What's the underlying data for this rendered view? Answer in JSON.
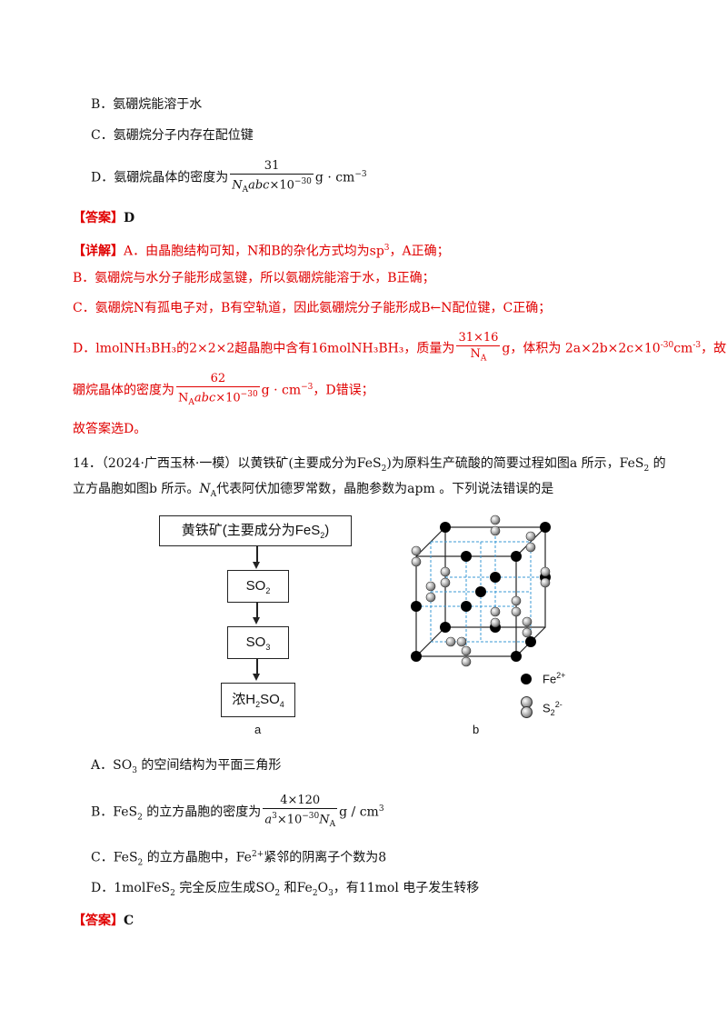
{
  "options_prev": {
    "b": "B．氨硼烷能溶于水",
    "c": "C．氨硼烷分子内存在配位键",
    "d_prefix": "D．氨硼烷晶体的密度为",
    "d_num": "31",
    "d_den_prefix": "N",
    "d_den_sub": "A",
    "d_den_var": "abc",
    "d_den_rest": "×10",
    "d_den_exp": "−30",
    "d_unit": "g · cm",
    "d_unit_exp": "−3"
  },
  "answer1": {
    "label": "【答案】",
    "value": "D"
  },
  "explain": {
    "label": "【详解】",
    "a": "A．由晶胞结构可知，N和B的杂化方式均为sp",
    "a_sup": "3",
    "a_end": "，A正确；",
    "b": "B．氨硼烷与水分子能形成氢键，所以氨硼烷能溶于水，B正确；",
    "c_pre": "C．氨硼烷N有孤电子对，B有空轨道，因此氨硼烷分子能形成B",
    "c_arrow": "←",
    "c_post": "N配位键，C正确；",
    "d_pre": "D．lmolNH₃BH₃的2×2×2超晶胞中含有16molNH₃BH₃，质量为",
    "d_num": "31×16",
    "d_den": "N",
    "d_den_sub": "A",
    "d_mid": "g，体积为 2a×2b×2c×10",
    "d_mid_exp": "-30",
    "d_mid_unit": "cm",
    "d_mid_unit_exp": "-3",
    "d_end": "，故氨",
    "d2_pre": "硼烷晶体的密度为",
    "d2_num": "62",
    "d2_den_a": "N",
    "d2_den_sub": "A",
    "d2_den_var": "abc",
    "d2_den_rest": "×10",
    "d2_den_exp": "−30",
    "d2_unit": "g · cm",
    "d2_unit_exp": "−3",
    "d2_end": "，D错误；",
    "conclusion": "故答案选D。"
  },
  "q14": {
    "line1_pre": "14．（2024·广西玉林·一模）以黄铁矿(主要成分为FeS",
    "line1_sub": "2",
    "line1_mid": ")为原料生产硫酸的简要过程如图a 所示，FeS",
    "line1_sub2": "2",
    "line1_end": " 的",
    "line2_pre": "立方晶胞如图b 所示。",
    "line2_na": "N",
    "line2_na_sub": "A",
    "line2_end": "代表阿伏加德罗常数，晶胞参数为apm 。下列说法错误的是"
  },
  "flow": {
    "box1": "黄铁矿(主要成分为FeS",
    "box1_sub": "2",
    "box1_end": ")",
    "box2": "SO",
    "box2_sub": "2",
    "box3": "SO",
    "box3_sub": "3",
    "box4": "浓H",
    "box4_sub": "2",
    "box4_mid": "SO",
    "box4_sub2": "4",
    "caption": "a"
  },
  "crystal": {
    "caption": "b",
    "legend_fe": "Fe",
    "legend_fe_sup": "2+",
    "legend_s": "S",
    "legend_s_sub": "2",
    "legend_s_sup": "2-"
  },
  "options": {
    "a_pre": "A．",
    "a_formula": "SO",
    "a_sub": "3",
    "a_end": " 的空间结构为平面三角形",
    "b_pre": "B．",
    "b_formula": "FeS",
    "b_sub": "2",
    "b_mid": " 的立方晶胞的密度为",
    "b_num": "4×120",
    "b_den_a": "a",
    "b_den_exp": "3",
    "b_den_rest": "×10",
    "b_den_exp2": "−30",
    "b_den_n": "N",
    "b_den_sub": "A",
    "b_unit": "g / cm",
    "b_unit_exp": "3",
    "c_pre": "C．",
    "c_formula": "FeS",
    "c_sub": "2",
    "c_mid": " 的立方晶胞中，Fe",
    "c_sup": "2+",
    "c_end": "紧邻的阴离子个数为8",
    "d_pre": "D．",
    "d_formula": "1molFeS",
    "d_sub": "2",
    "d_mid": " 完全反应生成SO",
    "d_sub2": "2",
    "d_mid2": " 和Fe",
    "d_sub3": "2",
    "d_mid3": "O",
    "d_sub4": "3",
    "d_end": "，有11mol 电子发生转移"
  },
  "answer2": {
    "label": "【答案】",
    "value": "C"
  }
}
